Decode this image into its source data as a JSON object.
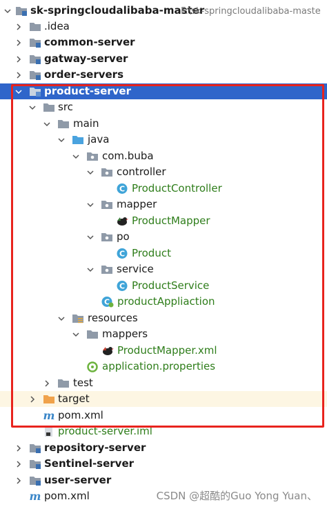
{
  "project": {
    "name": "sk-springcloudalibaba-master",
    "path": "F:\\sk-springcloudalibaba-maste"
  },
  "modules": {
    "idea": ".idea",
    "common": "common-server",
    "gateway": "gatway-server",
    "order": "order-servers",
    "product": "product-server",
    "repository": "repository-server",
    "sentinel": "Sentinel-server",
    "user": "user-server",
    "root_pom": "pom.xml"
  },
  "product": {
    "src": "src",
    "main": "main",
    "java": "java",
    "package": "com.buba",
    "controller": "controller",
    "product_controller": "ProductController",
    "mapper": "mapper",
    "product_mapper": "ProductMapper",
    "po": "po",
    "product_class": "Product",
    "service": "service",
    "product_service": "ProductService",
    "app_class": "productAppliaction",
    "resources": "resources",
    "mappers": "mappers",
    "mapper_xml": "ProductMapper.xml",
    "app_props": "application.properties",
    "test": "test",
    "target": "target",
    "pom": "pom.xml",
    "iml": "product-server.iml"
  },
  "watermark": "CSDN @超酷的Guo Yong Yuan、",
  "colors": {
    "selection": "#2f65ca",
    "highlight_box": "#e8231d",
    "class_icon": "#3fa4d8",
    "folder": "#8f9aa8",
    "source_folder": "#4aa3df",
    "target_folder": "#f0a24b",
    "green_text": "#2e7d1a"
  }
}
